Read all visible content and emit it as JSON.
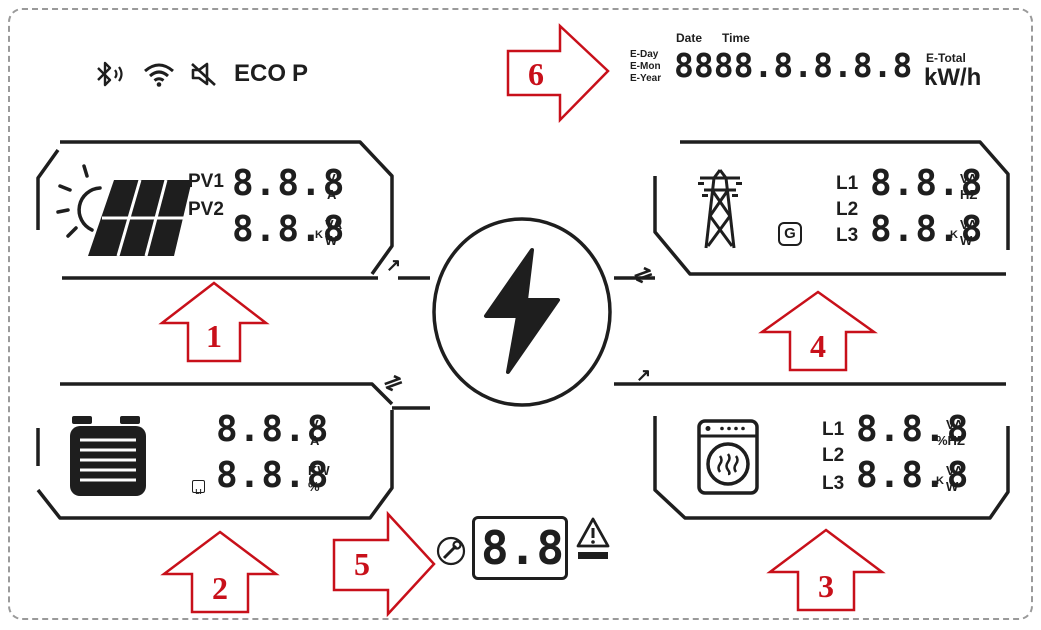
{
  "status_bar": {
    "bluetooth_icon": "bluetooth-icon",
    "wifi_icon": "wifi-icon",
    "mute_icon": "speaker-mute-icon",
    "eco_label": "ECO",
    "p_label": "P"
  },
  "top_display": {
    "date_label": "Date",
    "time_label": "Time",
    "period_labels": [
      "E-Day",
      "E-Mon",
      "E-Year"
    ],
    "digits": "8888.8.8.8.8",
    "total_label": "E-Total",
    "unit": "kW/h"
  },
  "pv_panel": {
    "pv1_label": "PV1",
    "pv2_label": "PV2",
    "row1_digits": "8.8.8",
    "row2_digits": "8.8.8",
    "row1_units": [
      "V",
      "A"
    ],
    "row2_prefix": "K",
    "row2_units": [
      "VA",
      "W"
    ]
  },
  "grid_panel": {
    "g_badge": "G",
    "phase_labels": [
      "L1",
      "L2",
      "L3"
    ],
    "row1_digits": "8.8.8",
    "row2_digits": "8.8.8",
    "row1_units": [
      "VA",
      "HZ"
    ],
    "row2_prefix": "K",
    "row2_units": [
      "VA",
      "W"
    ]
  },
  "battery_panel": {
    "li_badge": "LI",
    "row1_digits": "8.8.8",
    "row2_digits": "8.8.8",
    "row1_units": [
      "V",
      "A"
    ],
    "row2_units": [
      "KW",
      "%"
    ]
  },
  "load_panel": {
    "phase_labels": [
      "L1",
      "L2",
      "L3"
    ],
    "row1_digits": "8.8.8",
    "row2_digits": "8.8.8",
    "row1_units": [
      "VA",
      "%HZ"
    ],
    "row2_prefix": "K",
    "row2_units": [
      "VA",
      "W"
    ]
  },
  "center": {
    "icon": "lightning-bolt-icon"
  },
  "fault_display": {
    "digits": "8.8",
    "wrench_icon": "wrench-icon",
    "warning_icon": "warning-icon"
  },
  "flow_arrows": {
    "one_way": "↗",
    "two_way": "⇌"
  },
  "callouts": [
    "1",
    "2",
    "3",
    "4",
    "5",
    "6"
  ],
  "colors": {
    "callout_red": "#c8101a",
    "lcd_black": "#1e1e1e",
    "frame": "#9a9a9a"
  }
}
